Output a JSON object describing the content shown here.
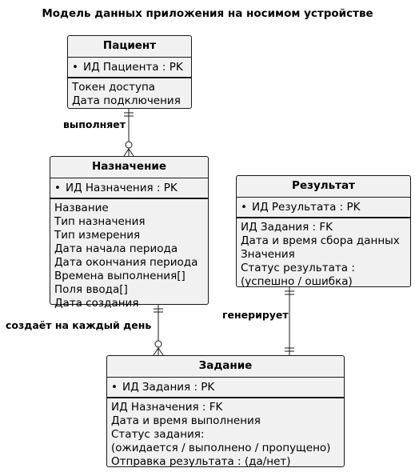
{
  "title": "Модель данных приложения на носимом устройстве",
  "entities": {
    "patient": {
      "name": "Пациент",
      "pk": "ИД Пациента : PK",
      "attrs": [
        "Токен доступа",
        "Дата подключения"
      ]
    },
    "assignment": {
      "name": "Назначение",
      "pk": "ИД Назначения : PK",
      "attrs": [
        "Название",
        "Тип назначения",
        "Тип измерения",
        "Дата начала периода",
        "Дата окончания периода",
        "Времена выполнения[]",
        "Поля ввода[]",
        "Дата создания"
      ]
    },
    "result": {
      "name": "Результат",
      "pk": "ИД Результата : PK",
      "attrs": [
        "ИД Задания : FK",
        "Дата и время сбора данных",
        "Значения",
        "Статус результата :",
        "(успешно / ошибка)"
      ]
    },
    "task": {
      "name": "Задание",
      "pk": "ИД Задания : PK",
      "attrs": [
        "ИД Назначения : FK",
        "Дата и время выполнения",
        "Статус задания:",
        "(ожидается / выполнено / пропущено)",
        "Отправка результата : (да/нет)"
      ]
    }
  },
  "relations": {
    "patient_assignment": "выполняет",
    "assignment_task": "создаёт на каждый день",
    "result_task": "генерирует"
  },
  "bullet": "•"
}
